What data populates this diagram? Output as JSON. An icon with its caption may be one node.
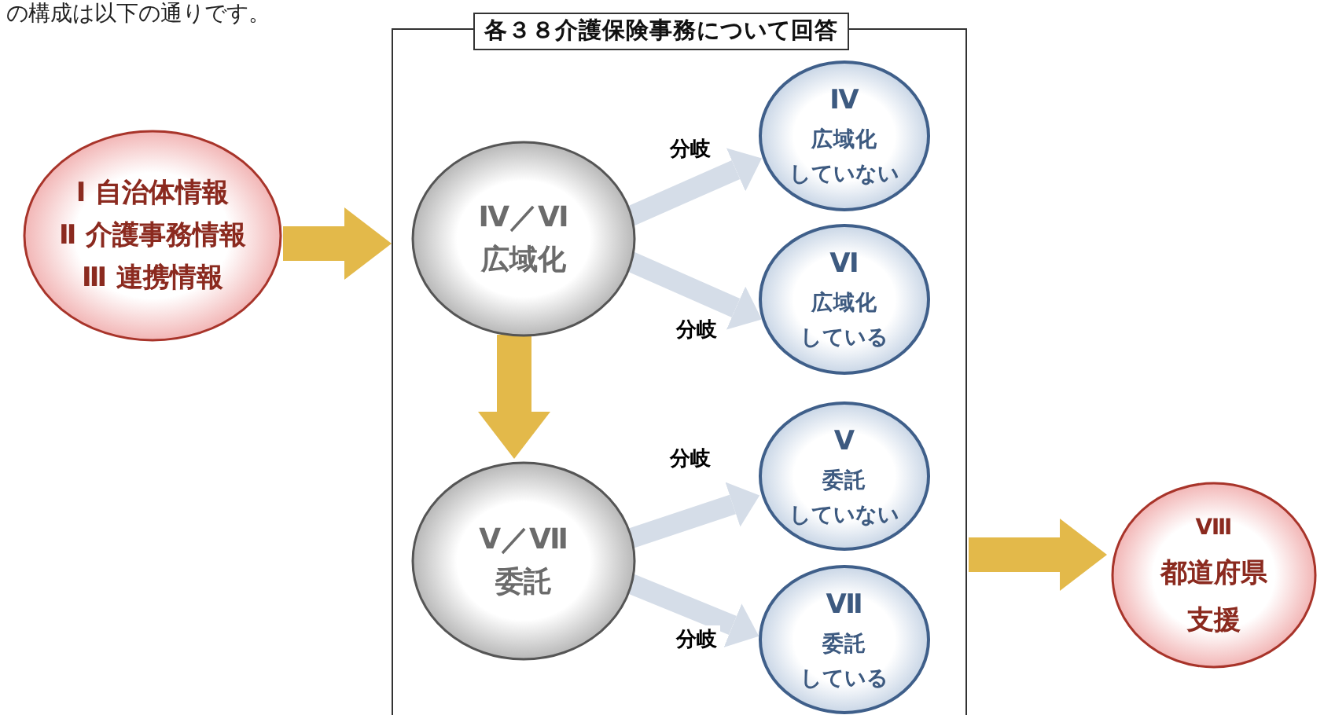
{
  "diagram": {
    "nodes": [
      {
        "text": [
          "Ⅰ 自治体情報",
          "Ⅱ 介護事務情報",
          "Ⅲ 連携情報"
        ]
      },
      {
        "text": [
          "各３８介護保険事務について回答"
        ]
      },
      {
        "text": [
          "Ⅳ／Ⅵ",
          "広域化"
        ],
        "in": 1
      },
      {
        "text": [
          "Ⅳ",
          "広域化",
          "していない"
        ],
        "in": 1
      },
      {
        "text": [
          "Ⅵ",
          "広域化",
          "している"
        ],
        "in": 1
      },
      {
        "text": [
          "Ⅴ／Ⅶ",
          "委託"
        ],
        "in": 1
      },
      {
        "text": [
          "Ⅴ",
          "委託",
          "していない"
        ],
        "in": 1
      },
      {
        "text": [
          "Ⅶ",
          "委託",
          "している"
        ],
        "in": 1
      },
      {
        "text": [
          "Ⅷ",
          "都道府県",
          "支援"
        ]
      }
    ],
    "edges": [
      {
        "from": 0,
        "to": 1,
        "arrow": "to",
        "color": "#e3b94a"
      },
      {
        "from": 2,
        "to": 3,
        "arrow": "to",
        "label": "分岐"
      },
      {
        "from": 2,
        "to": 4,
        "arrow": "to",
        "label": "分岐"
      },
      {
        "from": 2,
        "to": 5,
        "arrow": "to",
        "color": "#e3b94a"
      },
      {
        "from": 5,
        "to": 6,
        "arrow": "to",
        "label": "分岐"
      },
      {
        "from": 5,
        "to": 7,
        "arrow": "to",
        "label": "分岐"
      },
      {
        "from": 1,
        "to": 8,
        "arrow": "to",
        "color": "#e3b94a"
      }
    ],
    "labels": [
      "の構成は以下の通りです。"
    ]
  }
}
